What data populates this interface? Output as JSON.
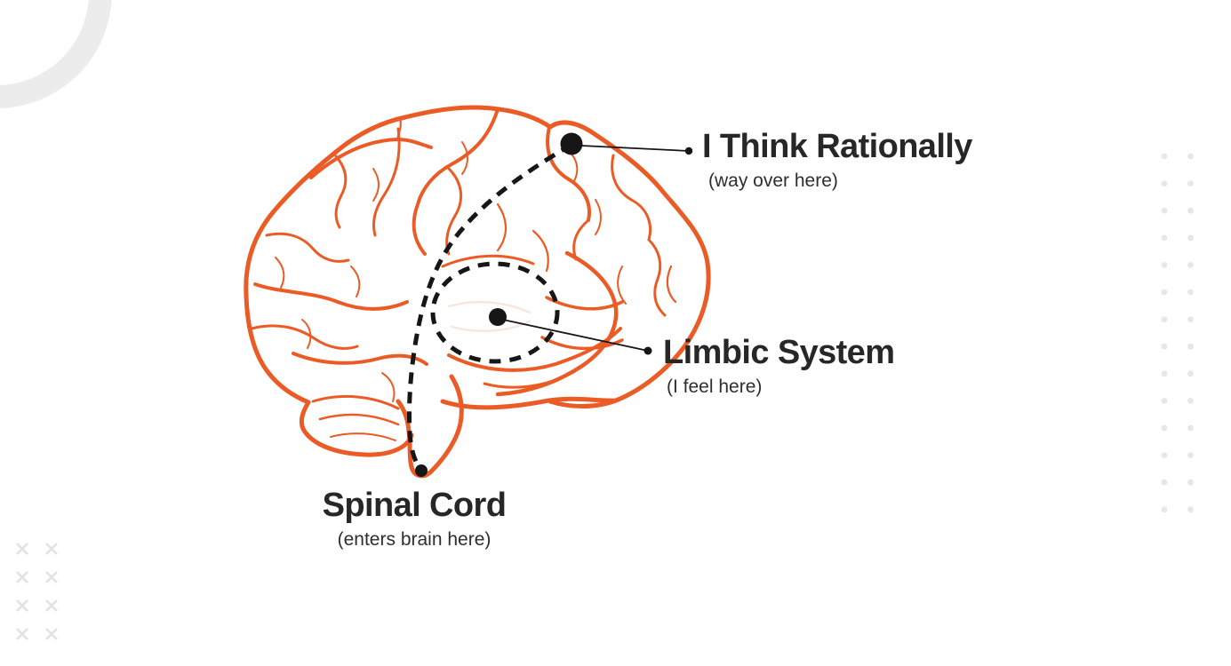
{
  "illustration": {
    "name": "brain-side-view-line-art",
    "description_visible_parts": [
      "cerebrum",
      "cerebellum",
      "brain-stem"
    ]
  },
  "colors": {
    "accent_orange": "#EB5B26",
    "text_ink": "#272727",
    "marker_black": "#161616",
    "decor_ring": "#ececec",
    "decor_dot": "#e7e7e7",
    "decor_cross": "#e2e2e2",
    "background": "#ffffff"
  },
  "annotations": {
    "rational": {
      "title": "I Think Rationally",
      "subtitle": "(way over here)"
    },
    "limbic": {
      "title": "Limbic System",
      "subtitle": "(I feel here)"
    },
    "spinal": {
      "title": "Spinal Cord",
      "subtitle": "(enters brain here)"
    }
  },
  "decor": {
    "right_dots": {
      "cols": 2,
      "rows": 14
    },
    "crosses": {
      "cols": 2,
      "rows": 4
    }
  }
}
